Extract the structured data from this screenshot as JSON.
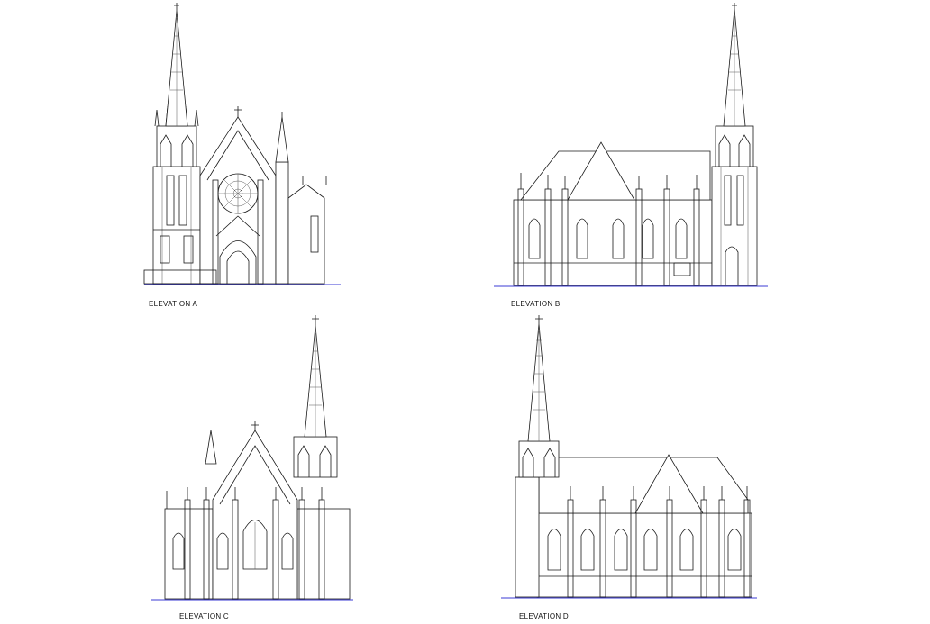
{
  "drawing": {
    "ground_line_color": "#3b3bd6",
    "line_color": "#1a1a1a",
    "background": "#ffffff"
  },
  "elevations": [
    {
      "id": "a",
      "label": "ELEVATION A"
    },
    {
      "id": "b",
      "label": "ELEVATION B"
    },
    {
      "id": "c",
      "label": "ELEVATION C"
    },
    {
      "id": "d",
      "label": "ELEVATION D"
    }
  ]
}
